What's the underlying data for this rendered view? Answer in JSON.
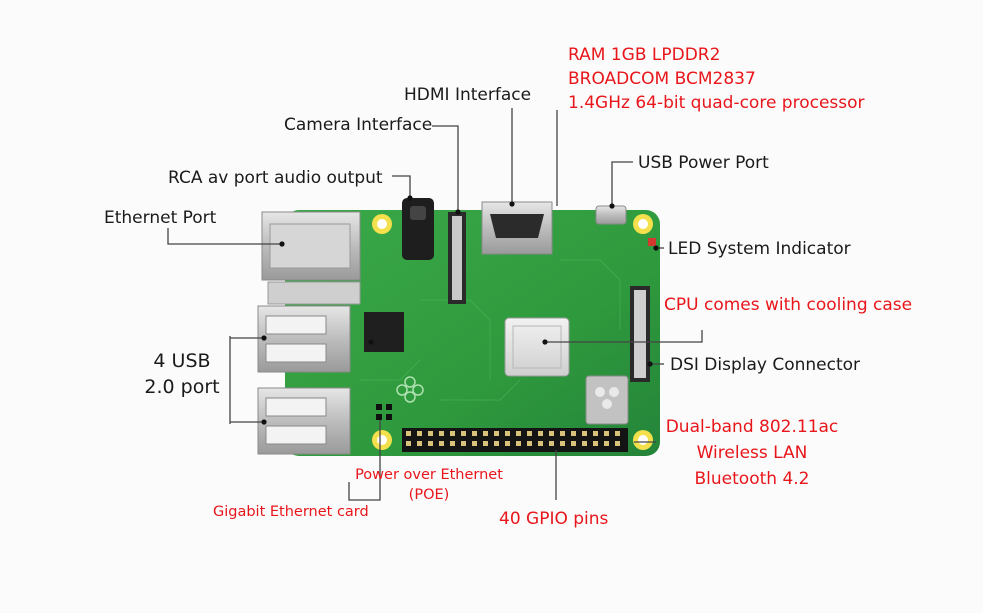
{
  "labels": {
    "hdmi_interface": "HDMI Interface",
    "camera_interface": "Camera Interface",
    "rca_port": "RCA av port audio output",
    "ethernet_port": "Ethernet Port",
    "usb_ports_line1": "4 USB",
    "usb_ports_line2": "2.0 port",
    "ram": "RAM 1GB LPDDR2",
    "soc": "BROADCOM BCM2837",
    "processor": "1.4GHz 64-bit quad-core processor",
    "usb_power_port": "USB Power Port",
    "led_indicator": "LED System Indicator",
    "cpu_cooling": "CPU comes with cooling case",
    "dsi_connector": "DSI Display Connector",
    "wireless_line1": "Dual-band 802.11ac",
    "wireless_line2": "Wireless LAN",
    "wireless_line3": "Bluetooth 4.2",
    "poe_line1": "Power over Ethernet",
    "poe_line2": "(POE)",
    "gigabit_ethernet": "Gigabit Ethernet card",
    "gpio": "40 GPIO pins"
  },
  "colors": {
    "board_green": "#2f9a3d",
    "highlight_red": "#e8161b",
    "text_dark": "#1a1a1a",
    "leader_line": "#444444"
  }
}
